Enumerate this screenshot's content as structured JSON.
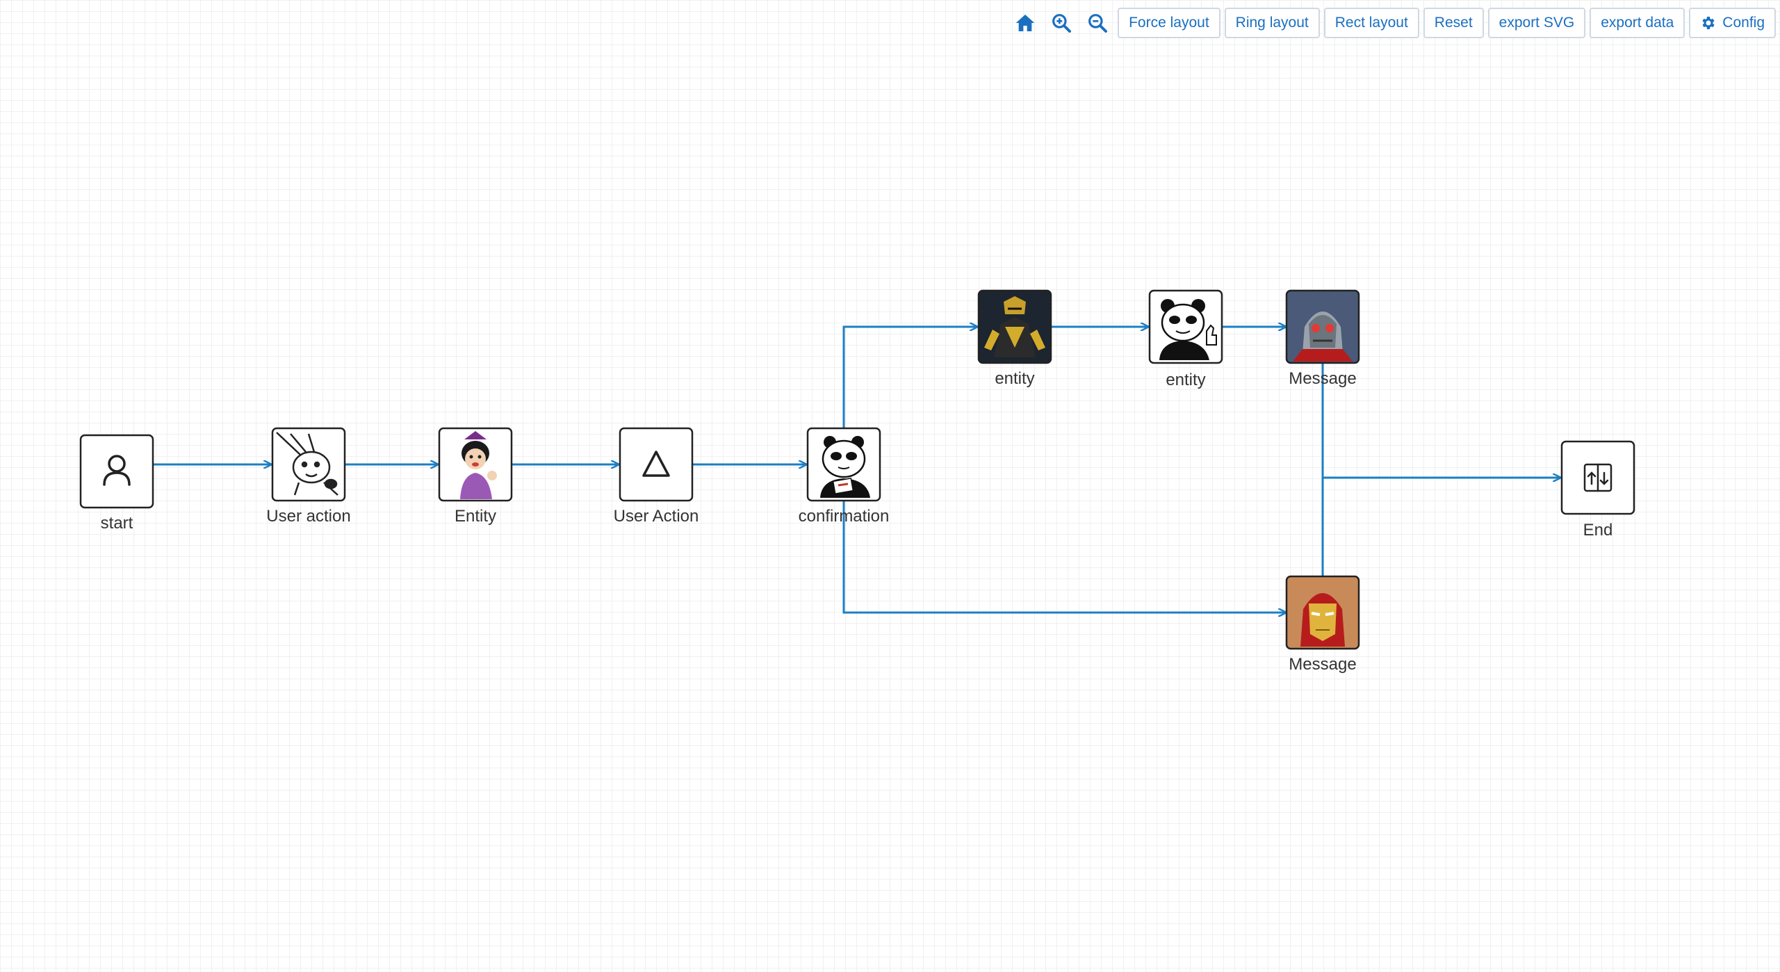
{
  "toolbar": {
    "icons": [
      "home-icon",
      "zoom-in-icon",
      "zoom-out-icon"
    ],
    "buttons": [
      "Force layout",
      "Ring layout",
      "Rect layout",
      "Reset",
      "export SVG",
      "export data"
    ],
    "config_label": "Config",
    "accent_color": "#1a6fc0"
  },
  "diagram": {
    "edge_color": "#1d7fc4",
    "nodes": [
      {
        "id": "start",
        "label": "start",
        "icon": "user-icon"
      },
      {
        "id": "user-action-1",
        "label": "User action",
        "icon": "rabbit-sticker-image"
      },
      {
        "id": "entity-1",
        "label": "Entity",
        "icon": "girl-sticker-image"
      },
      {
        "id": "user-action-2",
        "label": "User Action",
        "icon": "triangle-icon"
      },
      {
        "id": "confirmation",
        "label": "confirmation",
        "icon": "panda-sign-sticker-image"
      },
      {
        "id": "entity-2",
        "label": "entity",
        "icon": "gold-armor-hero-image"
      },
      {
        "id": "entity-3",
        "label": "entity",
        "icon": "panda-thumbs-up-sticker-image"
      },
      {
        "id": "message-1",
        "label": "Message",
        "icon": "masked-hero-image"
      },
      {
        "id": "message-2",
        "label": "Message",
        "icon": "red-gold-armor-hero-image"
      },
      {
        "id": "end",
        "label": "End",
        "icon": "split-arrows-icon"
      }
    ],
    "edges": [
      {
        "from": "start",
        "to": "user-action-1"
      },
      {
        "from": "user-action-1",
        "to": "entity-1"
      },
      {
        "from": "entity-1",
        "to": "user-action-2"
      },
      {
        "from": "user-action-2",
        "to": "confirmation"
      },
      {
        "from": "confirmation",
        "to": "entity-2"
      },
      {
        "from": "confirmation",
        "to": "message-2"
      },
      {
        "from": "entity-2",
        "to": "entity-3"
      },
      {
        "from": "entity-3",
        "to": "message-1"
      },
      {
        "from": "message-1",
        "to": "end"
      },
      {
        "from": "message-2",
        "to": "end"
      }
    ]
  }
}
